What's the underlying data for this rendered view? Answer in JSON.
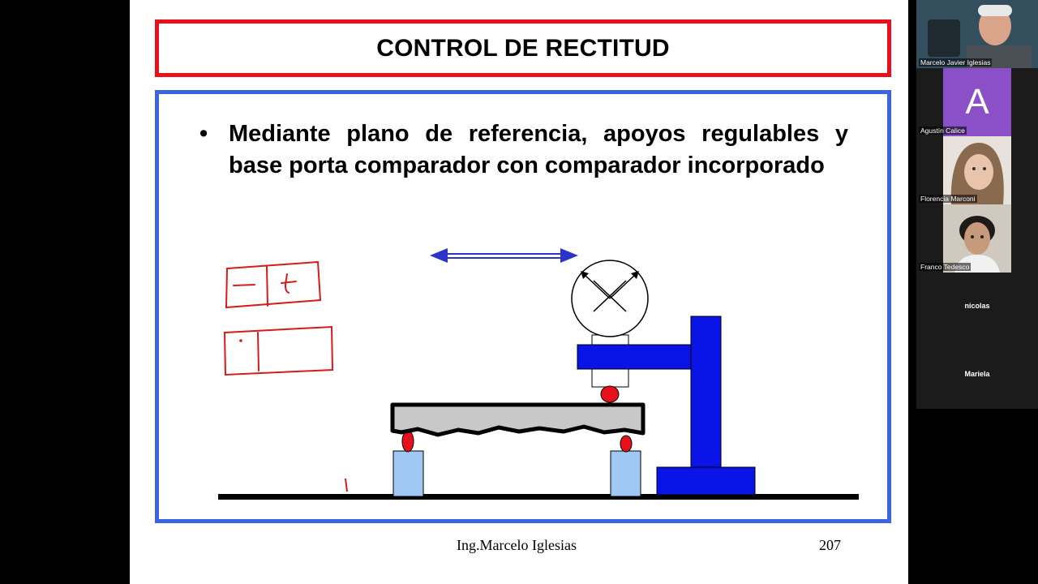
{
  "slide": {
    "title": "CONTROL DE RECTITUD",
    "bullet_symbol": "•",
    "bullet_text": "Mediante plano de referencia, apoyos regulables y base porta comparador con comparador incorporado",
    "footer_author": "Ing.Marcelo Iglesias",
    "page_number": "207",
    "colors": {
      "title_border": "#e8101a",
      "content_border": "#3a63e6",
      "stand_blue": "#0a14e6",
      "support_blue": "#9fc8f5",
      "contact_red": "#e8101a",
      "arrow_blue": "#2c33c8",
      "workpiece_gray": "#c8c8c8",
      "annotation_red": "#d81a1a"
    }
  },
  "participants": [
    {
      "name": "Marcelo Javier Iglesias",
      "kind": "video"
    },
    {
      "name": "Agustín Calice",
      "kind": "avatar",
      "initial": "A",
      "avatar_color": "#8b4fc8"
    },
    {
      "name": "Florencia Marconi",
      "kind": "video"
    },
    {
      "name": "Franco Tedesco",
      "kind": "video"
    },
    {
      "name": "nicolas",
      "kind": "no-video"
    },
    {
      "name": "Mariela",
      "kind": "no-video"
    }
  ]
}
